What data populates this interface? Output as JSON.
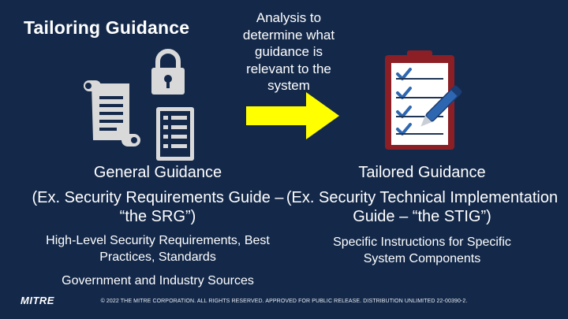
{
  "slide": {
    "title": "Tailoring Guidance",
    "analysis_text": "Analysis to determine what guidance is relevant to the system"
  },
  "left": {
    "heading": "General Guidance",
    "example": "(Ex. Security Requirements Guide – “the SRG”)",
    "detail": "High-Level Security Requirements, Best Practices, Standards",
    "sources": "Government and Industry Sources"
  },
  "right": {
    "heading": "Tailored Guidance",
    "example": "(Ex. Security Technical Implementation Guide – “the STIG”)",
    "detail": "Specific Instructions for Specific System Components"
  },
  "footer": {
    "logo": "MITRE",
    "copyright": "© 2022 THE MITRE CORPORATION. ALL RIGHTS RESERVED. APPROVED FOR PUBLIC RELEASE. DISTRIBUTION UNLIMITED 22-00390-2."
  },
  "icons": [
    "scroll-icon",
    "padlock-icon",
    "checklist-icon",
    "yellow-arrow-icon",
    "clipboard-checklist-icon",
    "pen-icon"
  ],
  "colors": {
    "background": "#14294a",
    "arrow": "#ffff00",
    "icon_light": "#d9d9d9",
    "clipboard_frame": "#8b1f25",
    "check_blue": "#2e67b1"
  }
}
